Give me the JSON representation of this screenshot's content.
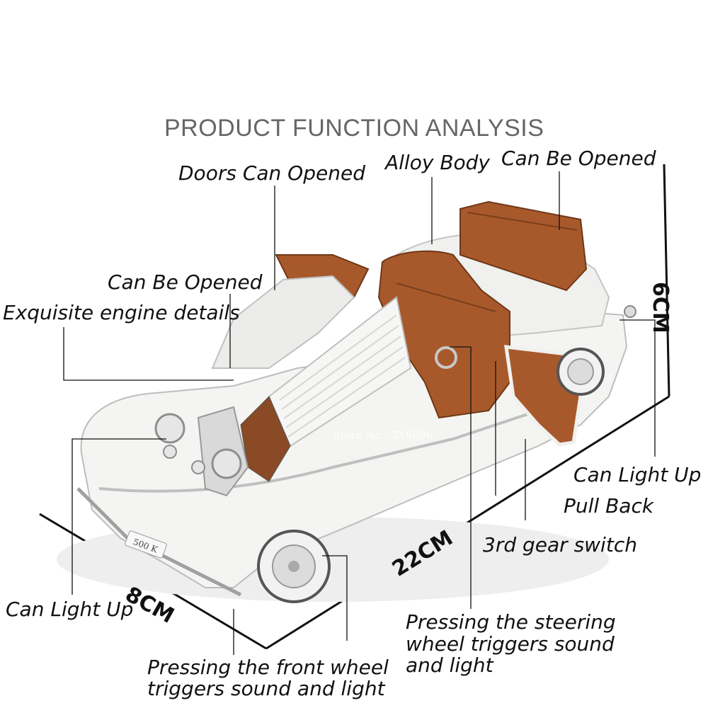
{
  "title": "PRODUCT FUNCTION ANALYSIS",
  "labels": {
    "doors": "Doors Can Opened",
    "alloy": "Alloy Body",
    "trunk": "Can Be Opened",
    "hood": "Can Be Opened",
    "engine": "Exquisite engine details",
    "rear_light": "Can Light Up",
    "pull_back": "Pull Back",
    "gear": "3rd gear switch",
    "front_light": "Can Light Up",
    "steering_1": "Pressing the steering",
    "steering_2": "wheel triggers sound",
    "steering_3": "and light",
    "front_wheel_1": "Pressing the front wheel",
    "front_wheel_2": "triggers sound and light"
  },
  "dimensions": {
    "height": "6CM",
    "length": "22CM",
    "width": "8CM"
  },
  "car": {
    "plate": "500 K",
    "watermark": "Store No.: 2X9896"
  },
  "colors": {
    "body": "#f4f4f2",
    "interior": "#a8592b",
    "chrome": "#c8c8c8"
  }
}
